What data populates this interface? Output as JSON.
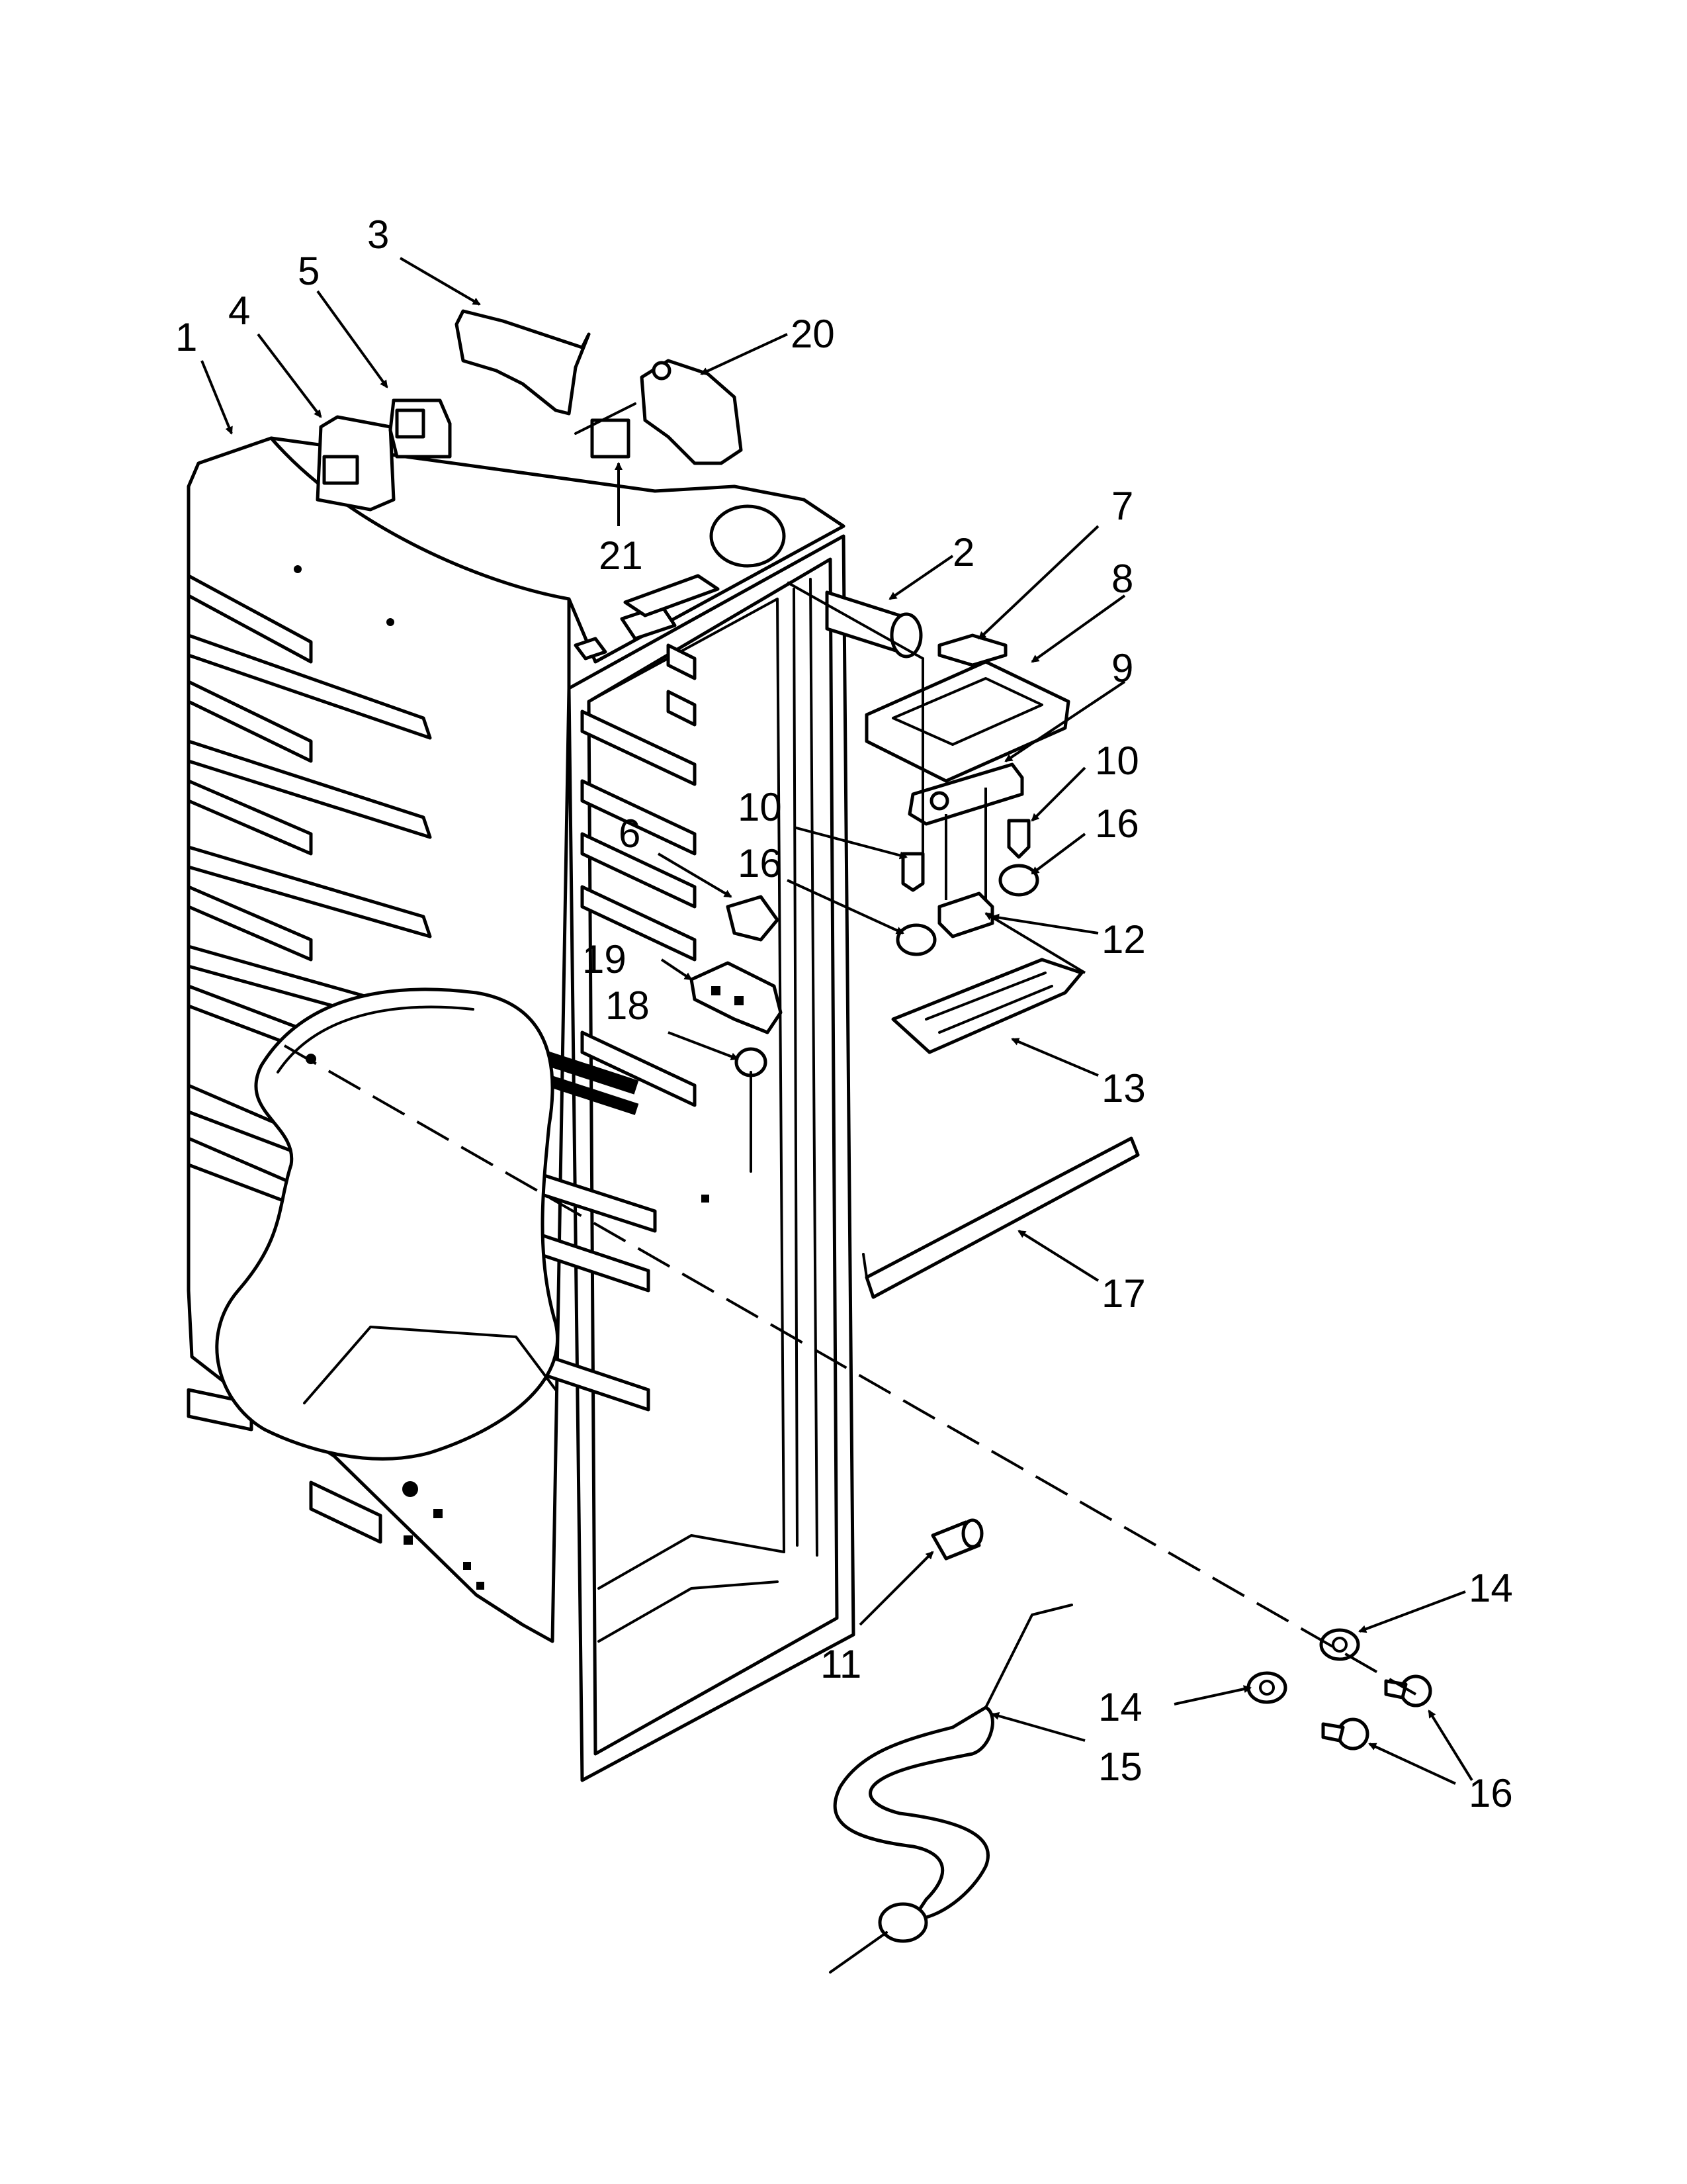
{
  "diagram": {
    "callouts": [
      {
        "id": "c1",
        "label": "1"
      },
      {
        "id": "c2",
        "label": "2"
      },
      {
        "id": "c3",
        "label": "3"
      },
      {
        "id": "c4",
        "label": "4"
      },
      {
        "id": "c5",
        "label": "5"
      },
      {
        "id": "c6",
        "label": "6"
      },
      {
        "id": "c7",
        "label": "7"
      },
      {
        "id": "c8",
        "label": "8"
      },
      {
        "id": "c9",
        "label": "9"
      },
      {
        "id": "c10a",
        "label": "10"
      },
      {
        "id": "c10b",
        "label": "10"
      },
      {
        "id": "c11",
        "label": "11"
      },
      {
        "id": "c12",
        "label": "12"
      },
      {
        "id": "c13",
        "label": "13"
      },
      {
        "id": "c14a",
        "label": "14"
      },
      {
        "id": "c14b",
        "label": "14"
      },
      {
        "id": "c15",
        "label": "15"
      },
      {
        "id": "c16a",
        "label": "16"
      },
      {
        "id": "c16b",
        "label": "16"
      },
      {
        "id": "c16c",
        "label": "16"
      },
      {
        "id": "c17",
        "label": "17"
      },
      {
        "id": "c18",
        "label": "18"
      },
      {
        "id": "c19",
        "label": "19"
      },
      {
        "id": "c20",
        "label": "20"
      },
      {
        "id": "c21",
        "label": "21"
      }
    ]
  }
}
